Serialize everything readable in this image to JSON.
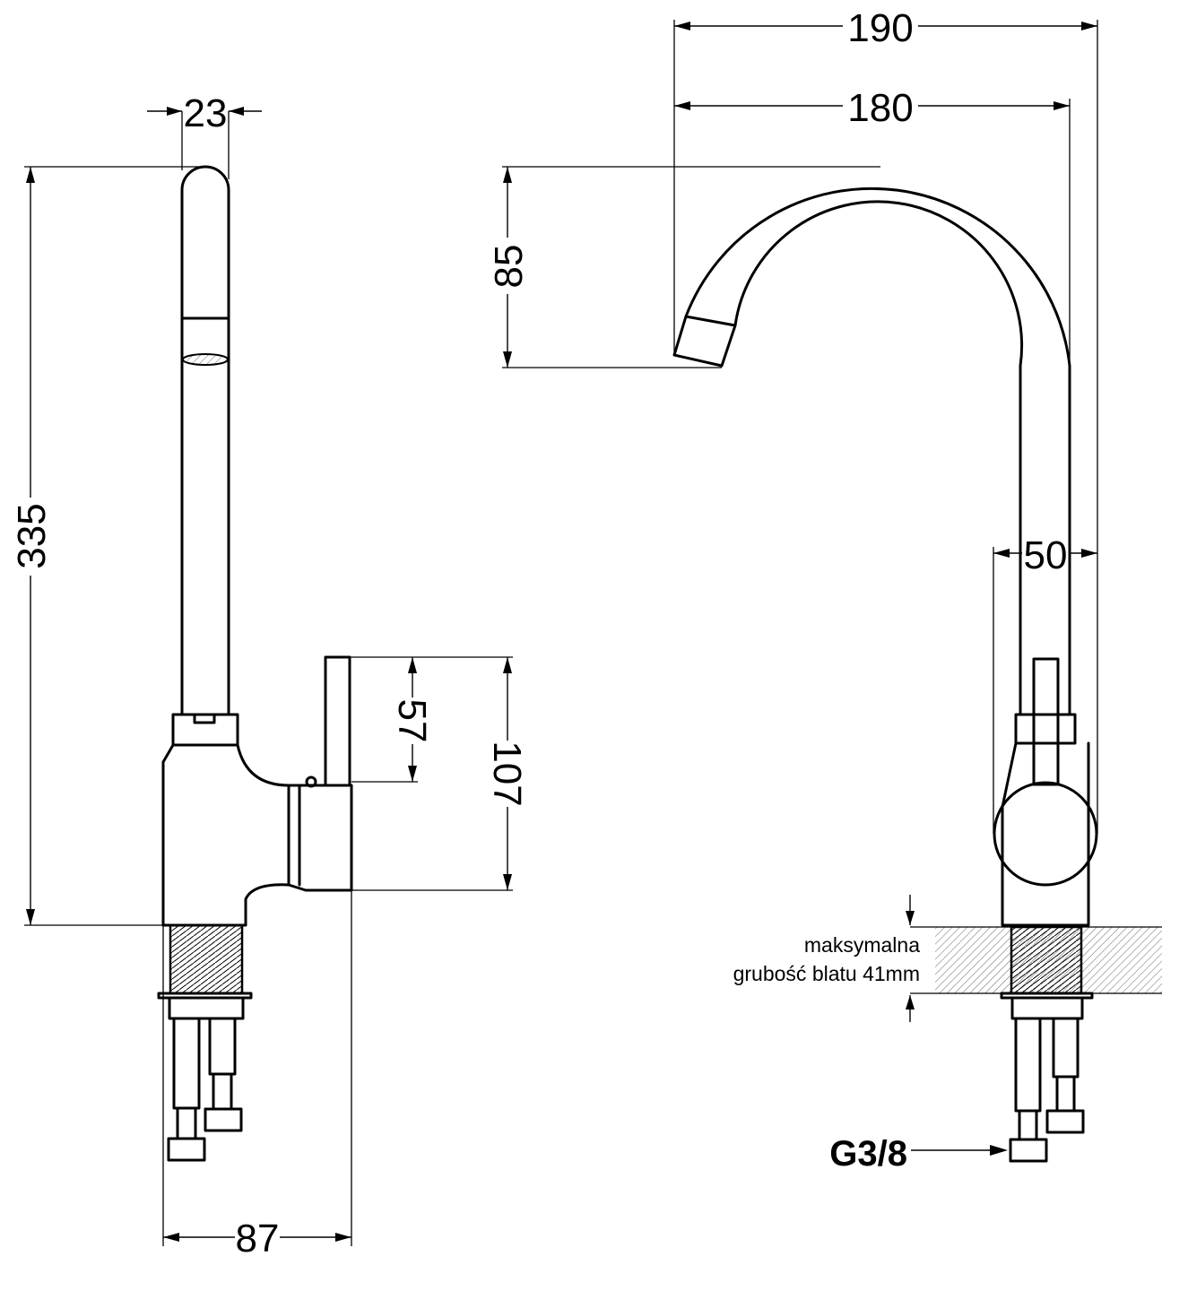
{
  "dimensions": {
    "spout_diameter": "23",
    "total_height": "335",
    "base_depth": "87",
    "handle_height": "57",
    "body_height": "107",
    "outlet_drop": "85",
    "overall_reach": "190",
    "spout_reach": "180",
    "column_diameter": "50"
  },
  "notes": {
    "thickness_line1": "maksymalna",
    "thickness_line2": "grubość blatu 41mm",
    "connection": "G3/8"
  }
}
